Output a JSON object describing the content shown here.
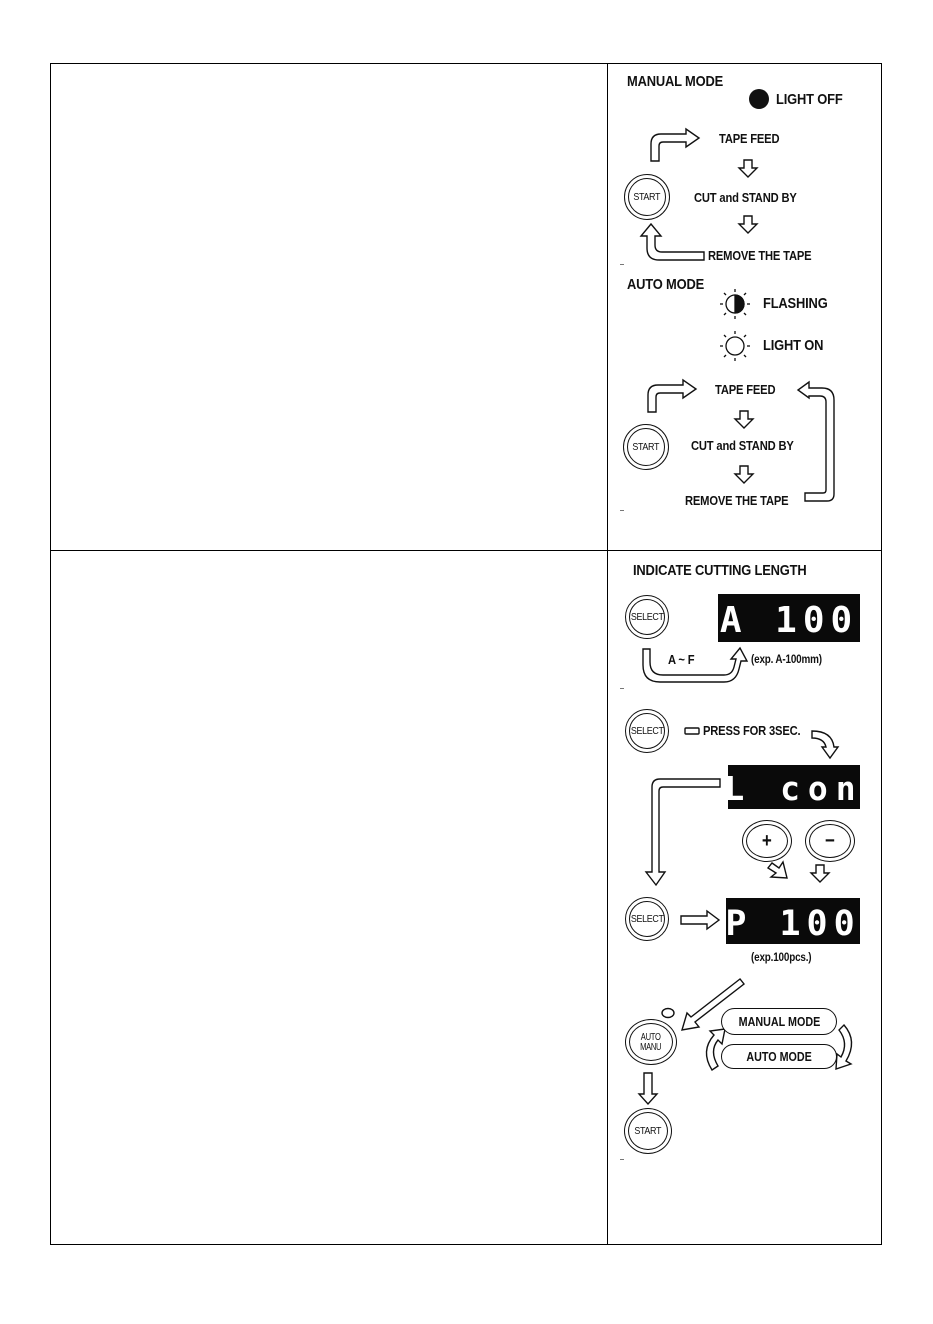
{
  "manual_mode": {
    "title": "MANUAL MODE",
    "light_label": "LIGHT OFF",
    "steps": [
      "TAPE FEED",
      "CUT and STAND BY",
      "REMOVE THE TAPE"
    ],
    "button": "START"
  },
  "auto_mode": {
    "title": "AUTO MODE",
    "flashing_label": "FLASHING",
    "light_on_label": "LIGHT ON",
    "steps": [
      "TAPE FEED",
      "CUT and STAND BY",
      "REMOVE THE TAPE"
    ],
    "button": "START"
  },
  "cutting_length": {
    "title": "INDICATE CUTTING LENGTH",
    "select_label": "SELECT",
    "display_1": "A 100",
    "range_label": "A ~ F",
    "example_1": "(exp. A-100mm)",
    "press_label": "PRESS FOR 3SEC.",
    "display_2": "L con",
    "plus_label": "+",
    "minus_label": "−",
    "display_3": "P 100",
    "example_2": "(exp.100pcs.)",
    "auto_manu_top": "AUTO",
    "auto_manu_bottom": "MANU",
    "manual_mode_label": "MANUAL MODE",
    "auto_mode_label": "AUTO MODE",
    "start_label": "START"
  }
}
